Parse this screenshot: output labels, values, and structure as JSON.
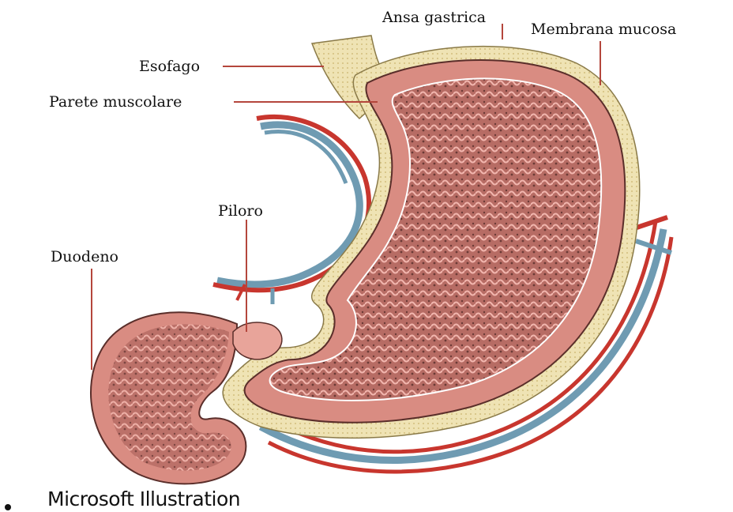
{
  "diagram": {
    "labels": {
      "ansa_gastrica": "Ansa gastrica",
      "membrana_mucosa": "Membrana mucosa",
      "esofago": "Esofago",
      "parete_muscolare": "Parete muscolare",
      "piloro": "Piloro",
      "duodeno": "Duodeno"
    },
    "credit": "Microsoft Illustration",
    "colors": {
      "wall_tissue": "#d98c82",
      "mucosa_dark": "#9c5a54",
      "fat_layer": "#efe3b4",
      "artery": "#c8362e",
      "vein": "#6f9bb2",
      "leader_line": "#b4463c"
    }
  }
}
